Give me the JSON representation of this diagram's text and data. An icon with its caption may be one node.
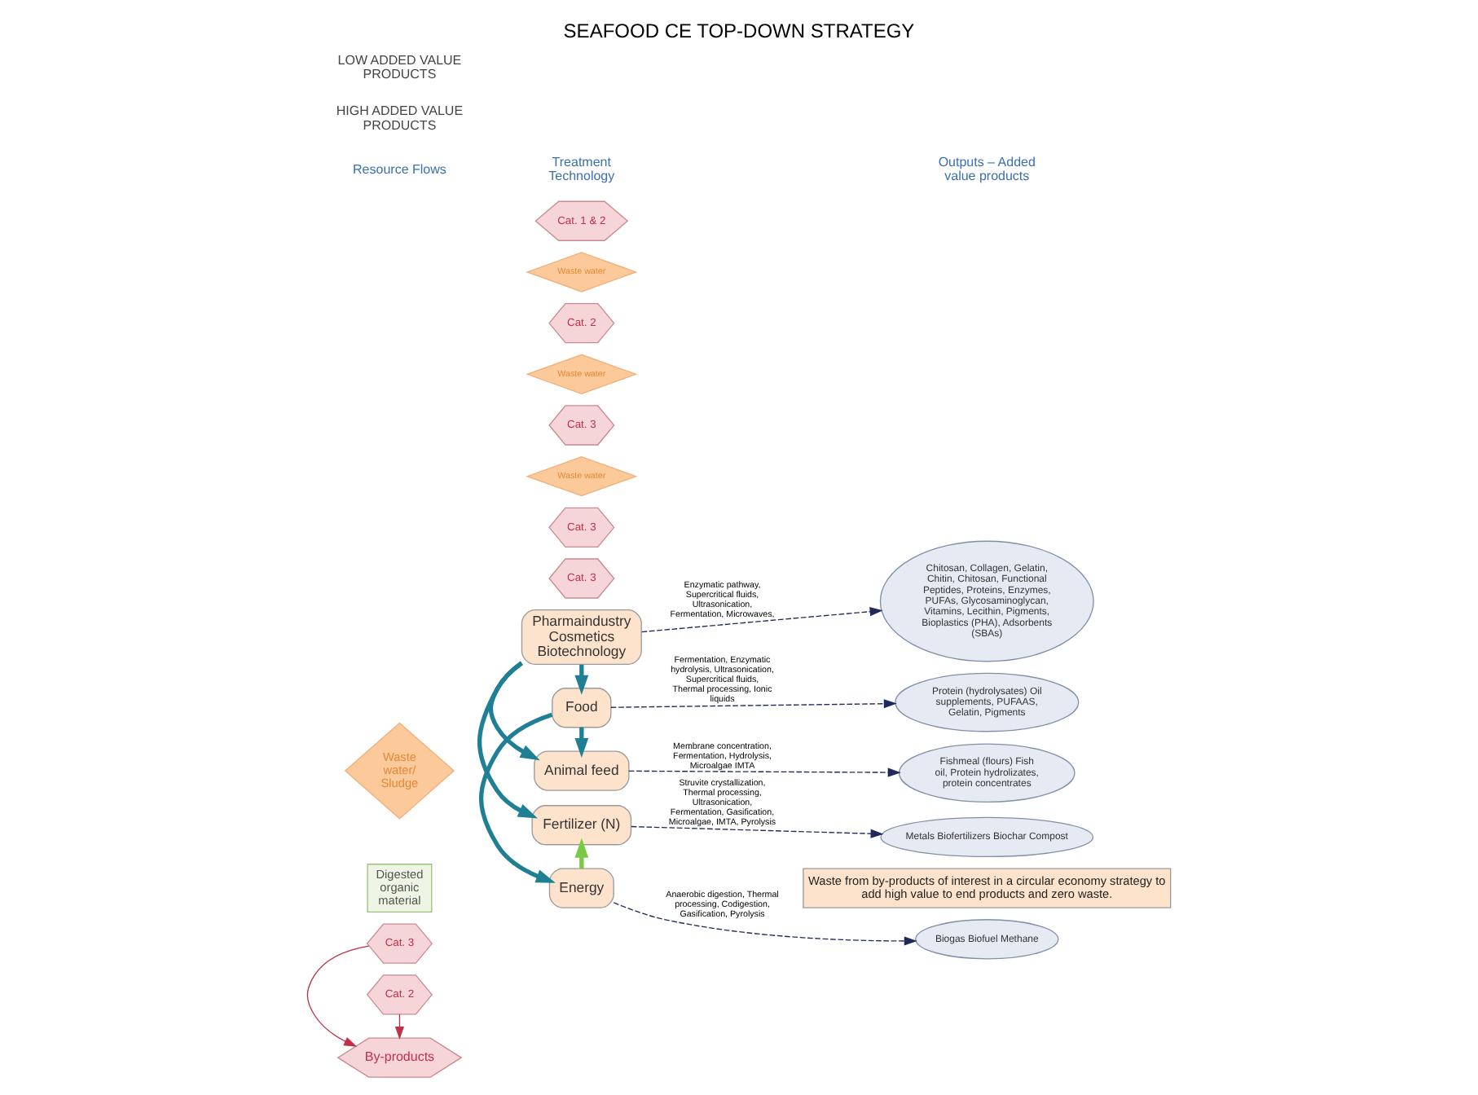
{
  "diagram": {
    "title": "SEAFOOD CE TOP-DOWN STRATEGY",
    "nodes": [
      {
        "text": [
          "By-products"
        ]
      },
      {
        "text": [
          "Cat. 3"
        ]
      },
      {
        "text": [
          "Cat. 2"
        ]
      },
      {
        "text": [
          "Waste water/ Sludge"
        ]
      },
      {
        "text": [
          "Pharmaindustry Cosmetics Biotechnology"
        ]
      },
      {
        "text": [
          "Cat. 3"
        ]
      },
      {
        "text": [
          "Food"
        ]
      },
      {
        "text": [
          "Cat. 3"
        ]
      },
      {
        "text": [
          "Waste water"
        ]
      },
      {
        "text": [
          "Animal feed"
        ]
      },
      {
        "text": [
          "Cat. 3"
        ]
      },
      {
        "text": [
          "Waste water"
        ]
      },
      {
        "text": [
          "Fertilizer (N)"
        ]
      },
      {
        "text": [
          "Cat. 2"
        ]
      },
      {
        "text": [
          "Waste water"
        ]
      },
      {
        "text": [
          "Energy"
        ]
      },
      {
        "text": [
          "Cat. 1 & 2"
        ]
      },
      {
        "text": [
          "Digested organic material"
        ]
      },
      {
        "text": [
          "Chitosan, Collagen, Gelatin, Chitin, Chitosan, Functional Peptides, Proteins, Enzymes, PUFAs, Glycosaminoglycan, Vitamins, Lecithin, Pigments, Bioplastics (PHA), Adsorbents (SBAs)"
        ]
      },
      {
        "text": [
          "Protein (hydrolysates) Oil supplements, PUFAAS, Gelatin, Pigments"
        ]
      },
      {
        "text": [
          "Fishmeal (flours) Fish oil, Protein hydrolizates, protein concentrates"
        ]
      },
      {
        "text": [
          "Metals Biofertilizers Biochar Compost"
        ]
      },
      {
        "text": [
          "Biogas Biofuel Methane"
        ]
      },
      {
        "text": [
          "Waste from by-products of interest in a circular economy strategy to add high value to end products and zero waste."
        ]
      }
    ],
    "edges": [
      {
        "from": 1,
        "to": 0,
        "arrow": "to",
        "color": "#c0304a"
      },
      {
        "from": 2,
        "to": 0,
        "arrow": "to",
        "color": "#c0304a"
      },
      {
        "from": 4,
        "to": 18,
        "arrow": "to",
        "style": "dashed",
        "label": "Enzymatic pathway, Supercritical fluids, Ultrasonication, Fermentation, Microwaves,"
      },
      {
        "from": 6,
        "to": 19,
        "arrow": "to",
        "style": "dashed",
        "label": "Fermentation, Enzymatic hydrolysis, Ultrasonication, Supercritical fluids, Thermal processing, Ionic liquids"
      },
      {
        "from": 9,
        "to": 20,
        "arrow": "to",
        "style": "dashed",
        "label": "Membrane concentration, Fermentation, Hydrolysis, Microalgae IMTA"
      },
      {
        "from": 12,
        "to": 21,
        "arrow": "to",
        "style": "dashed",
        "label": "Struvite crystallization, Thermal processing, Ultrasonication, Fermentation, Gasification, Microalgae, IMTA, Pyrolysis"
      },
      {
        "from": 15,
        "to": 22,
        "arrow": "to",
        "style": "dashed",
        "label": "Anaerobic digestion, Thermal processing, Codigestion, Gasification, Pyrolysis"
      },
      {
        "from": 4,
        "to": 6,
        "arrow": "to",
        "style": "thick",
        "color": "#1f7f95"
      },
      {
        "from": 4,
        "to": 9,
        "arrow": "to",
        "style": "thick",
        "color": "#1f7f95"
      },
      {
        "from": 6,
        "to": 9,
        "arrow": "to",
        "style": "thick",
        "color": "#1f7f95"
      },
      {
        "from": 4,
        "to": 12,
        "arrow": "to",
        "style": "thick",
        "color": "#1f7f95"
      },
      {
        "from": 6,
        "to": 15,
        "arrow": "to",
        "style": "thick",
        "color": "#1f7f95"
      },
      {
        "from": 15,
        "to": 12,
        "arrow": "to",
        "style": "thick",
        "color": "#7ac943"
      }
    ],
    "labels": [
      "Resource Flows",
      "Treatment Technology",
      "Outputs – Added value products",
      "HIGH ADDED VALUE PRODUCTS",
      "LOW ADDED VALUE PRODUCTS"
    ]
  }
}
